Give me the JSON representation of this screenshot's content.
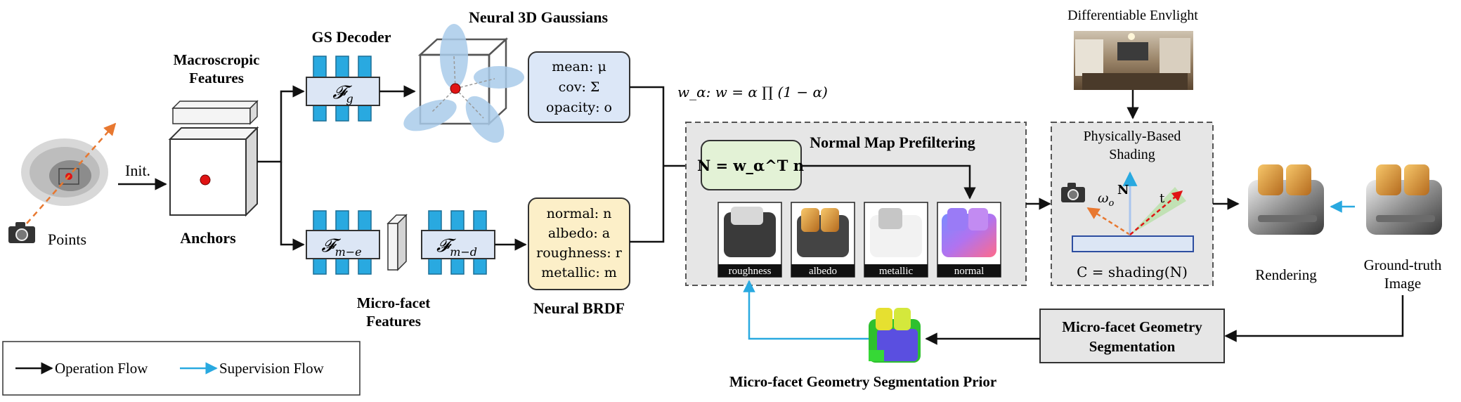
{
  "colors": {
    "accent_blue": "#29A9E0",
    "arrow_black": "#111111",
    "supervision_cyan": "#29A9E0",
    "dashed_orange": "#E87830",
    "anchor_red": "#E01414",
    "gaussian_blue": "#A9CBEA",
    "decoder_box_fill": "#DCE6F5",
    "mean_box_fill": "#DCE7F7",
    "brdf_box_fill": "#FCEFC8",
    "normal_box_fill": "#E3F2D6",
    "panel_fill": "#E6E6E6",
    "seg_box_fill": "#E6E6E6"
  },
  "labels": {
    "points": "Points",
    "init": "Init.",
    "macroscopic_features": [
      "Macroscropic",
      "Features"
    ],
    "anchors": "Anchors",
    "gs_decoder": "GS Decoder",
    "f_g": "𝓕",
    "f_g_sub": "g",
    "f_me": "𝓕",
    "f_me_sub": "m−e",
    "f_md": "𝓕",
    "f_md_sub": "m−d",
    "neural_3d_gaussians": "Neural 3D Gaussians",
    "micro_facet_features": [
      "Micro-facet",
      "Features"
    ],
    "neural_brdf": "Neural BRDF",
    "gaussian_params": {
      "mean": "mean: μ",
      "cov": "cov: Σ",
      "opacity": "opacity: o"
    },
    "brdf_params": {
      "normal": "normal: n",
      "albedo": "albedo: a",
      "roughness": "roughness: r",
      "metallic": "metallic: m"
    },
    "w_alpha_eq": "w_α: w = α ∏ (1 − α)",
    "normal_map_prefiltering": "Normal Map Prefiltering",
    "n_eq": "N = w_α^T n",
    "thumb_roughness": "roughness",
    "thumb_albedo": "albedo",
    "thumb_metallic": "metallic",
    "thumb_normal": "normal",
    "differentiable_envlight": "Differentiable Envlight",
    "pbs_title": [
      "Physically-Based",
      "Shading"
    ],
    "pbs_N": "N",
    "pbs_t": "t",
    "pbs_omega": "ω",
    "pbs_omega_sub": "o",
    "shading_eq": "C = shading(N)",
    "rendering": "Rendering",
    "ground_truth": [
      "Ground-truth",
      "Image"
    ],
    "segmentation": [
      "Micro-facet Geometry",
      "Segmentation"
    ],
    "segmentation_prior": "Micro-facet Geometry Segmentation Prior",
    "legend_operation": "Operation Flow",
    "legend_supervision": "Supervision Flow"
  }
}
